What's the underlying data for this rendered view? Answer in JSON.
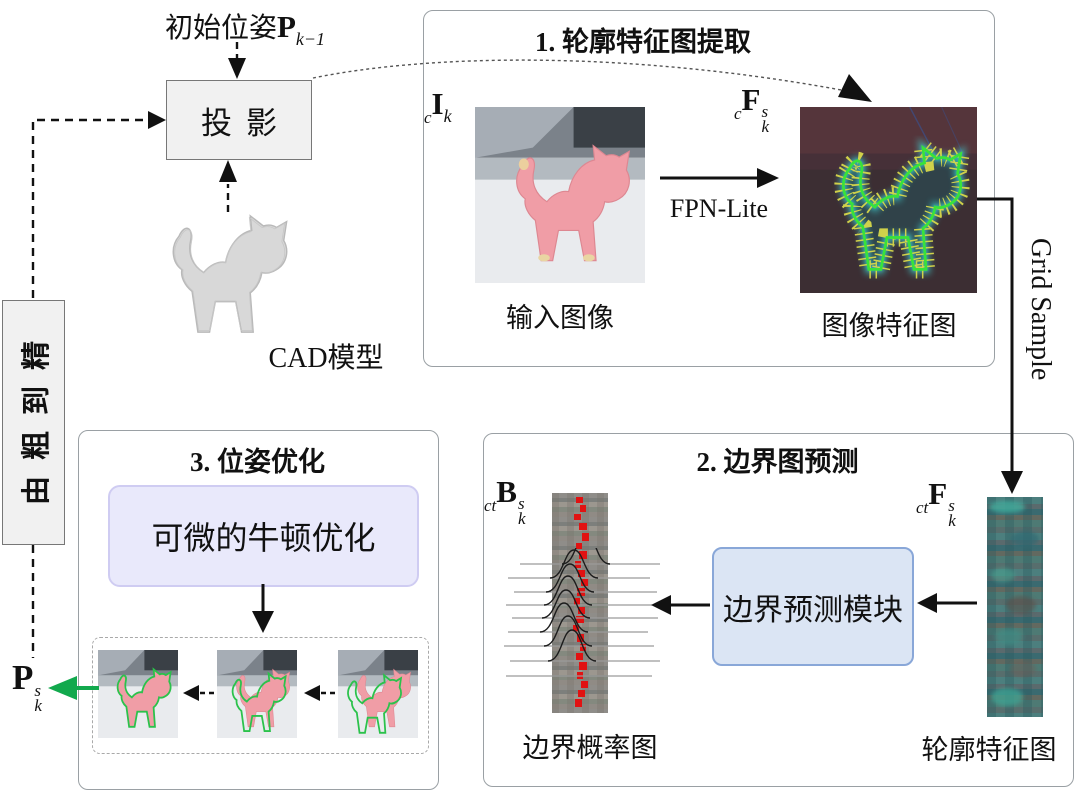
{
  "colors": {
    "box_gray_fill": "#f1f1f1",
    "stage_module_fill": "#dbe5f4",
    "stage_module_border": "#89a7d8",
    "newton_fill": "#e9e9fb",
    "newton_border": "#cfccf2",
    "green_arrow": "#12a94d"
  },
  "header": {
    "initial_pose_text": "初始位姿",
    "initial_pose_main": "P",
    "initial_pose_sub": "k−1",
    "projection": "投影",
    "cad_label": "CAD模型",
    "coarse_to_fine": "由粗到精",
    "output_main": "P",
    "output_sup": "s",
    "output_sub": "k"
  },
  "stage1": {
    "title": "1. 轮廓特征图提取",
    "input_pre": "c",
    "input_main": "I",
    "input_sub": "k",
    "input_caption": "输入图像",
    "fpn_label": "FPN-Lite",
    "feat_pre": "c",
    "feat_main": "F",
    "feat_sup": "s",
    "feat_sub": "k",
    "feat_caption": "图像特征图",
    "grid_sample": "Grid Sample"
  },
  "stage2": {
    "title": "2. 边界图预测",
    "bmap_pre": "ct",
    "bmap_main": "B",
    "bmap_sup": "s",
    "bmap_sub": "k",
    "bmap_caption": "边界概率图",
    "module_label": "边界预测模块",
    "cfeat_pre": "ct",
    "cfeat_main": "F",
    "cfeat_sup": "s",
    "cfeat_sub": "k",
    "cfeat_caption": "轮廓特征图"
  },
  "stage3": {
    "title": "3. 位姿优化",
    "newton_label": "可微的牛顿优化"
  }
}
